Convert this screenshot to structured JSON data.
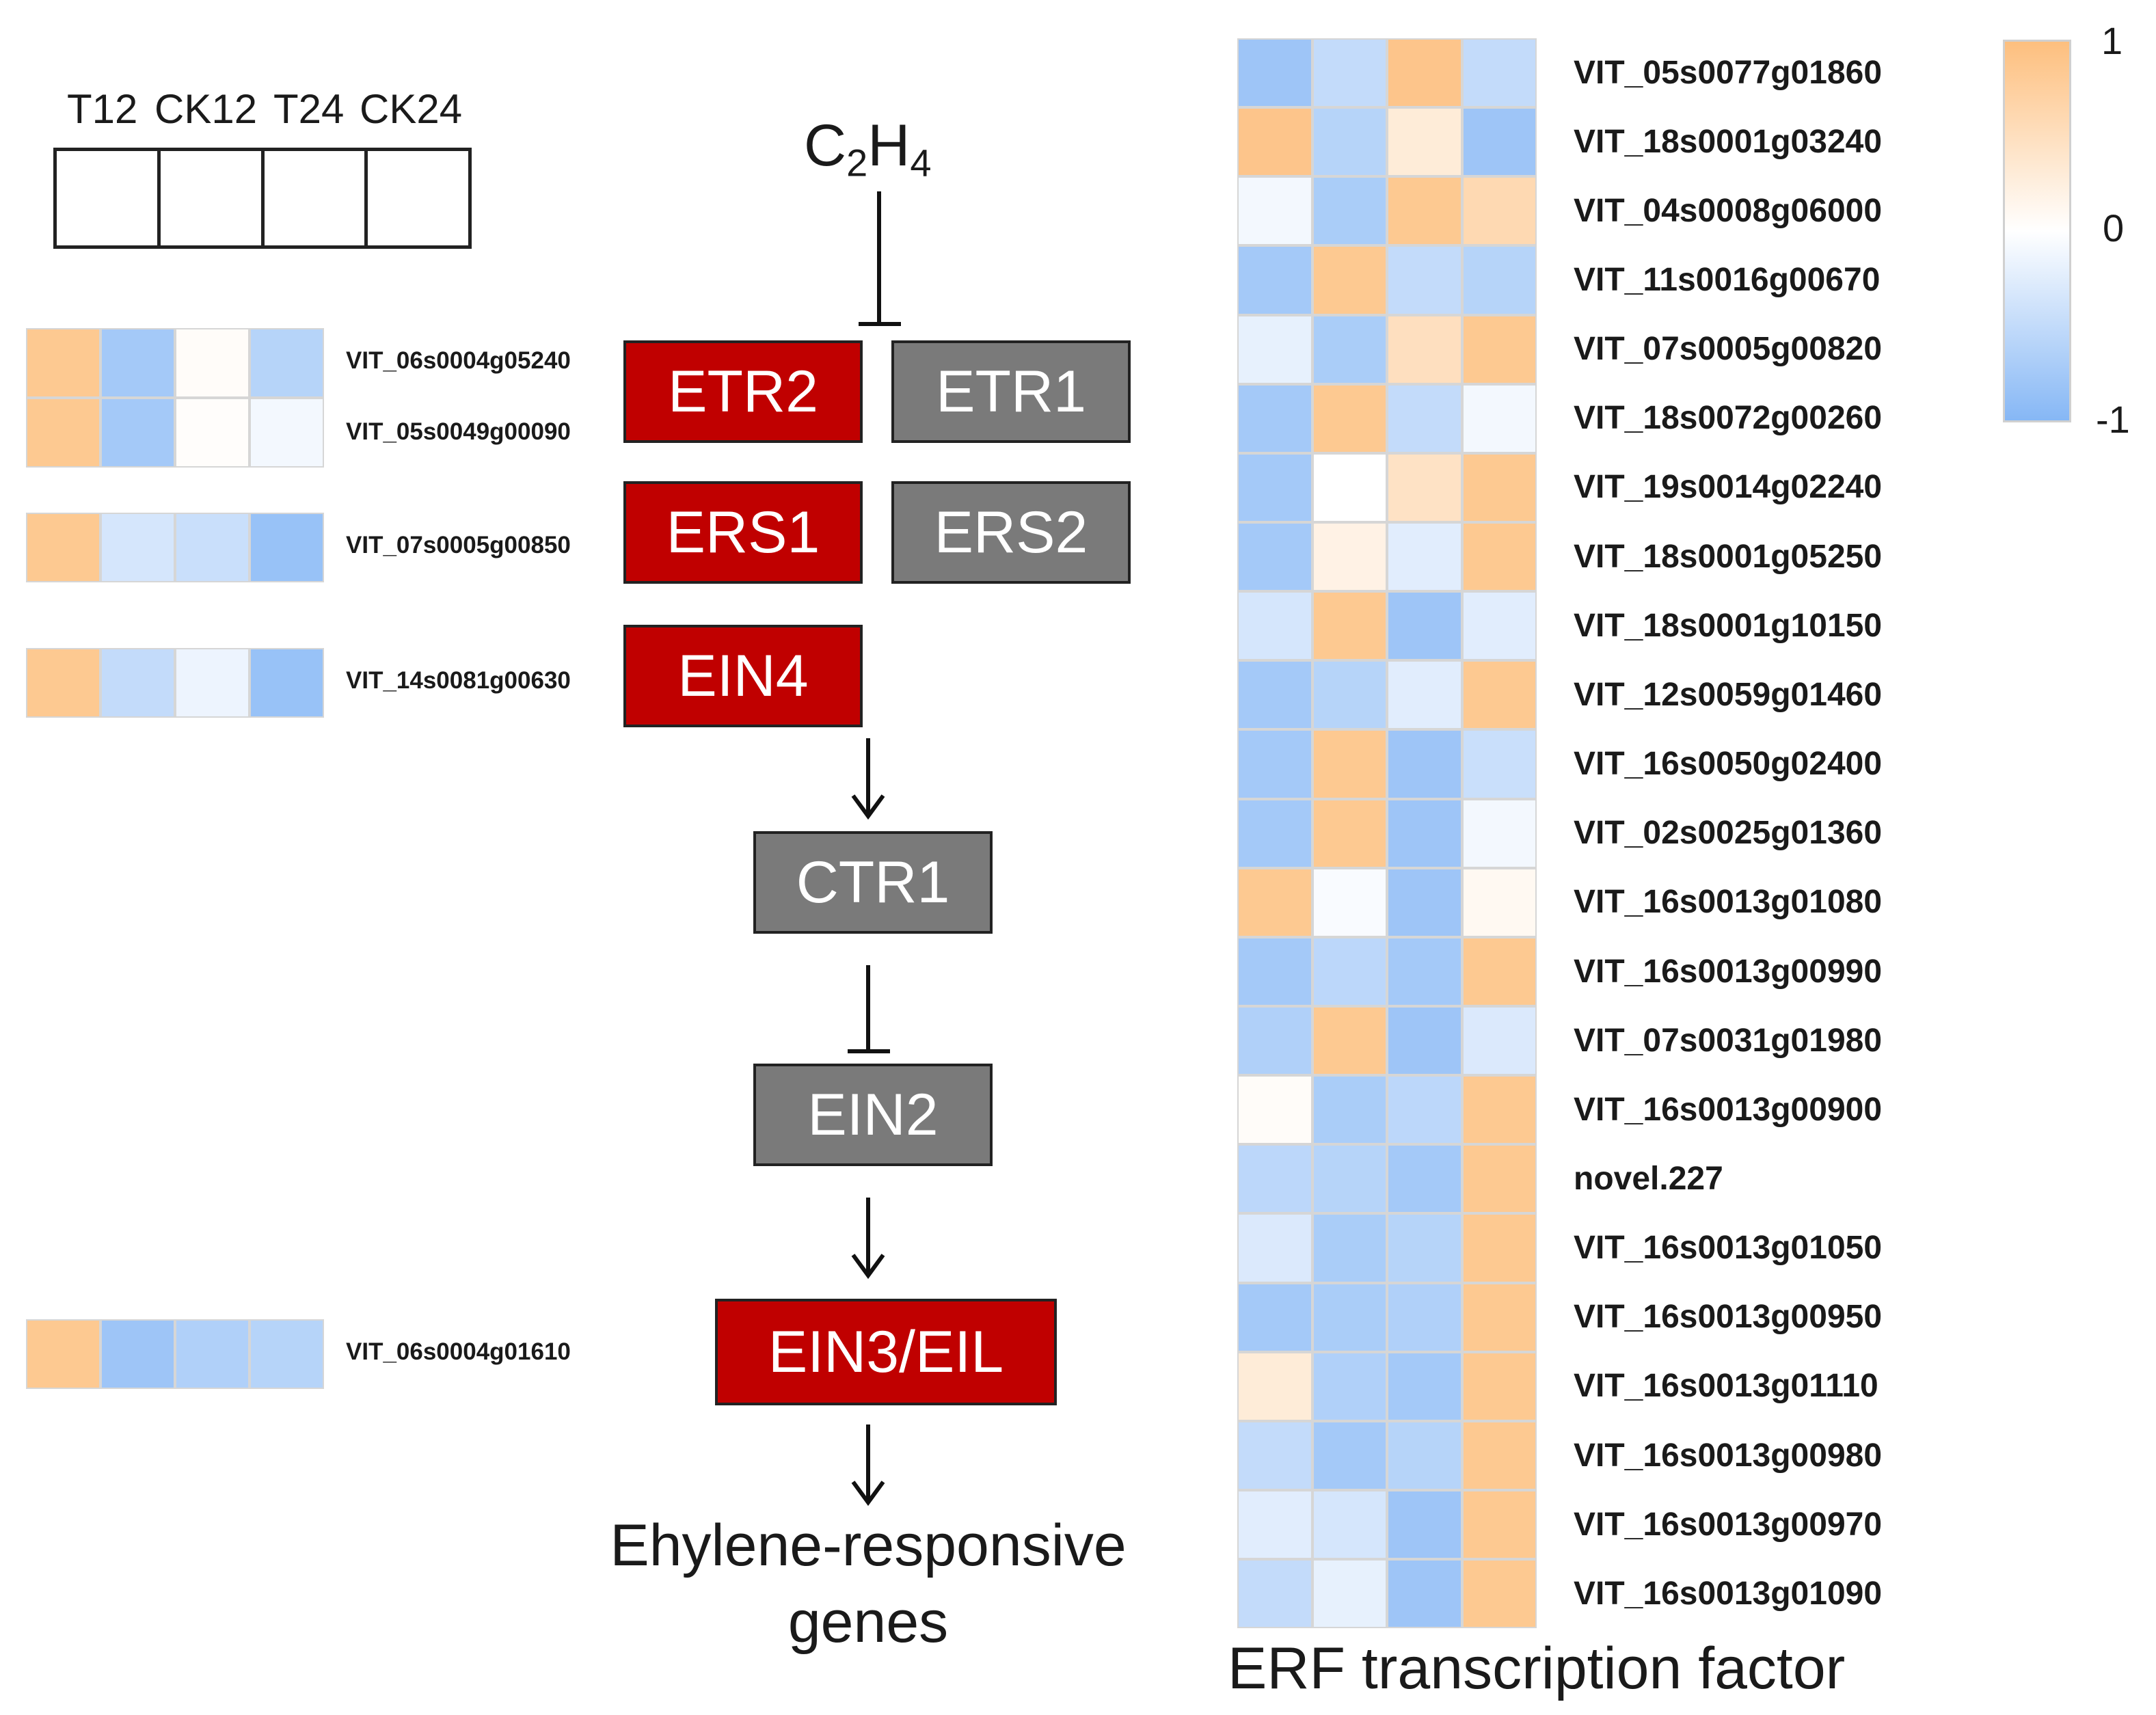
{
  "colors": {
    "red": "#c00000",
    "grey": "#7a7a7a",
    "high": "#fdbf7e",
    "mid": "#ffffff",
    "low": "#86b7f5"
  },
  "column_key": {
    "labels": [
      "T12",
      "CK12",
      "T24",
      "CK24"
    ]
  },
  "pathway": {
    "ligand": {
      "base": "C",
      "sub1": "2",
      "mid": "H",
      "sub2": "4"
    },
    "receptors": {
      "etr2": "ETR2",
      "etr1": "ETR1",
      "ers1": "ERS1",
      "ers2": "ERS2",
      "ein4": "EIN4"
    },
    "ctr1": "CTR1",
    "ein2": "EIN2",
    "ein3": "EIN3/EIL",
    "output_line1": "Ehylene-responsive",
    "output_line2": "genes"
  },
  "left_heatmaps": [
    {
      "gene": "VIT_06s0004g05240",
      "values": [
        0.85,
        -0.75,
        0.05,
        -0.6
      ]
    },
    {
      "gene": "VIT_05s0049g00090",
      "values": [
        0.85,
        -0.75,
        0.03,
        -0.1
      ]
    },
    {
      "gene": "VIT_07s0005g00850",
      "values": [
        0.85,
        -0.35,
        -0.45,
        -0.85
      ]
    },
    {
      "gene": "VIT_14s0081g00630",
      "values": [
        0.85,
        -0.5,
        -0.15,
        -0.85
      ]
    },
    {
      "gene": "VIT_06s0004g01610",
      "values": [
        0.85,
        -0.8,
        -0.65,
        -0.6
      ]
    }
  ],
  "erf_heatmap": {
    "title": "ERF transcription factor",
    "rows": [
      {
        "gene": "VIT_05s0077g01860",
        "values": [
          -0.8,
          -0.5,
          0.9,
          -0.5
        ]
      },
      {
        "gene": "VIT_18s0001g03240",
        "values": [
          0.9,
          -0.6,
          0.3,
          -0.8
        ]
      },
      {
        "gene": "VIT_04s0008g06000",
        "values": [
          -0.1,
          -0.7,
          0.85,
          0.6
        ]
      },
      {
        "gene": "VIT_11s0016g00670",
        "values": [
          -0.75,
          0.85,
          -0.5,
          -0.6
        ]
      },
      {
        "gene": "VIT_07s0005g00820",
        "values": [
          -0.2,
          -0.7,
          0.5,
          0.85
        ]
      },
      {
        "gene": "VIT_18s0072g00260",
        "values": [
          -0.75,
          0.85,
          -0.5,
          -0.1
        ]
      },
      {
        "gene": "VIT_19s0014g02240",
        "values": [
          -0.75,
          0.0,
          0.45,
          0.85
        ]
      },
      {
        "gene": "VIT_18s0001g05250",
        "values": [
          -0.75,
          0.2,
          -0.25,
          0.85
        ]
      },
      {
        "gene": "VIT_18s0001g10150",
        "values": [
          -0.35,
          0.85,
          -0.8,
          -0.25
        ]
      },
      {
        "gene": "VIT_12s0059g01460",
        "values": [
          -0.75,
          -0.6,
          -0.25,
          0.85
        ]
      },
      {
        "gene": "VIT_16s0050g02400",
        "values": [
          -0.75,
          0.85,
          -0.8,
          -0.45
        ]
      },
      {
        "gene": "VIT_02s0025g01360",
        "values": [
          -0.75,
          0.85,
          -0.8,
          -0.1
        ]
      },
      {
        "gene": "VIT_16s0013g01080",
        "values": [
          0.85,
          -0.05,
          -0.8,
          0.1
        ]
      },
      {
        "gene": "VIT_16s0013g00990",
        "values": [
          -0.75,
          -0.55,
          -0.75,
          0.85
        ]
      },
      {
        "gene": "VIT_07s0031g01980",
        "values": [
          -0.65,
          0.85,
          -0.8,
          -0.3
        ]
      },
      {
        "gene": "VIT_16s0013g00900",
        "values": [
          0.05,
          -0.7,
          -0.55,
          0.85
        ]
      },
      {
        "gene": "novel.227",
        "values": [
          -0.55,
          -0.6,
          -0.75,
          0.85
        ]
      },
      {
        "gene": "VIT_16s0013g01050",
        "values": [
          -0.3,
          -0.7,
          -0.6,
          0.85
        ]
      },
      {
        "gene": "VIT_16s0013g00950",
        "values": [
          -0.75,
          -0.7,
          -0.65,
          0.85
        ]
      },
      {
        "gene": "VIT_16s0013g01110",
        "values": [
          0.3,
          -0.65,
          -0.75,
          0.85
        ]
      },
      {
        "gene": "VIT_16s0013g00980",
        "values": [
          -0.5,
          -0.75,
          -0.6,
          0.85
        ]
      },
      {
        "gene": "VIT_16s0013g00970",
        "values": [
          -0.25,
          -0.35,
          -0.8,
          0.85
        ]
      },
      {
        "gene": "VIT_16s0013g01090",
        "values": [
          -0.5,
          -0.2,
          -0.8,
          0.85
        ]
      }
    ]
  },
  "scale": {
    "max": "1",
    "mid": "0",
    "min": "-1"
  }
}
